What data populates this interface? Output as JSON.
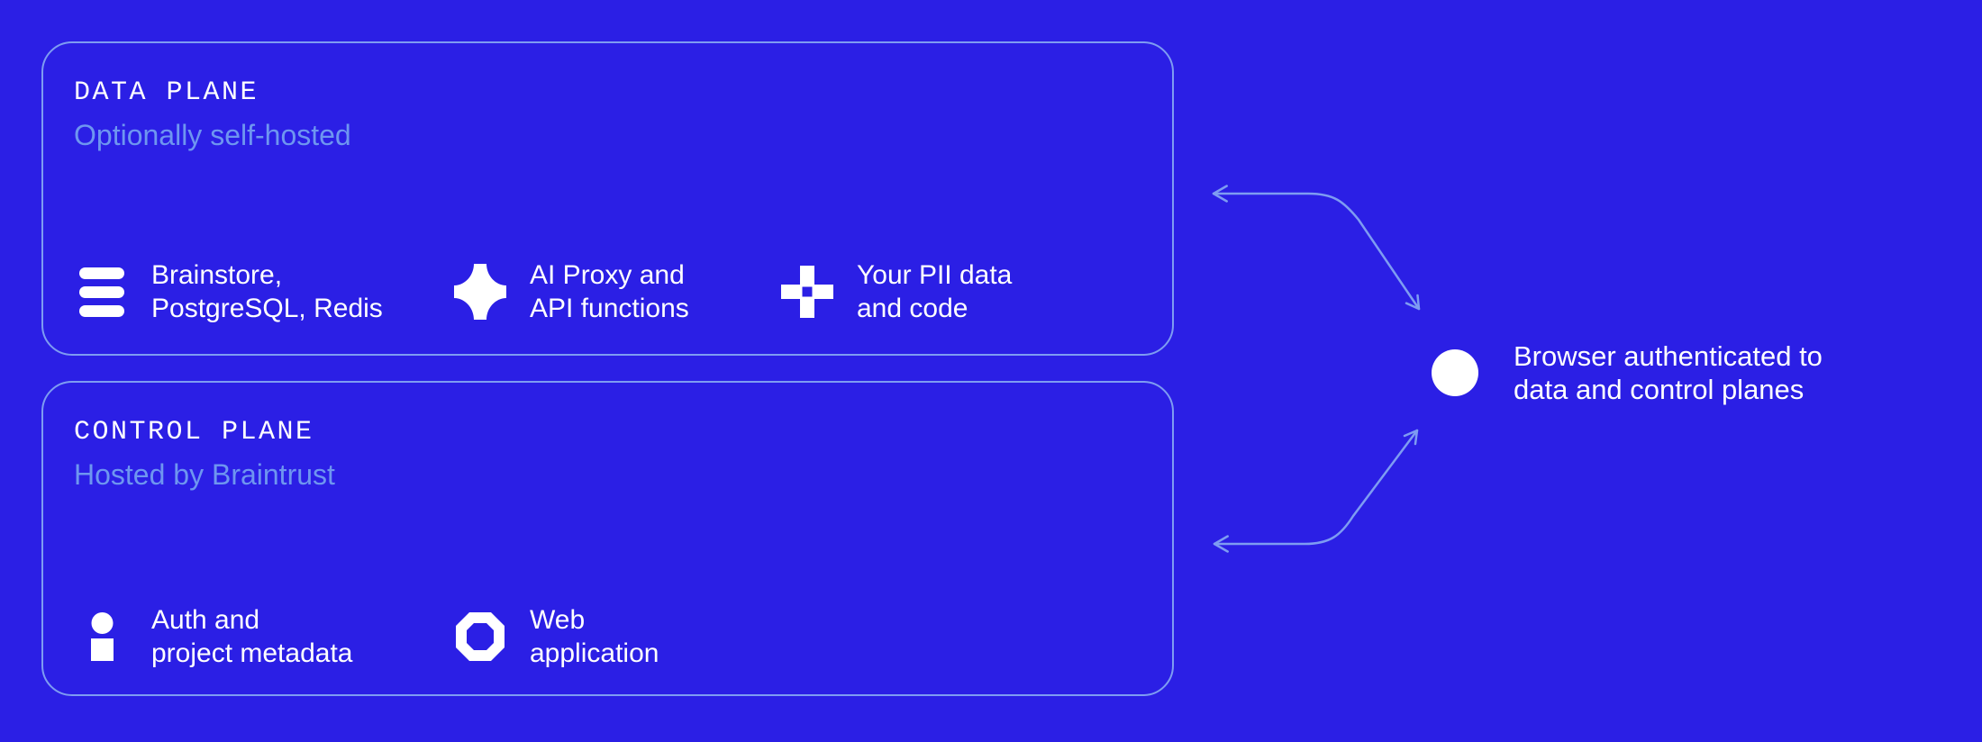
{
  "colors": {
    "background": "#2B1FE5",
    "outline": "#7E9CF2",
    "subtitle": "#6E96F0",
    "text": "#FFFFFF"
  },
  "data_plane": {
    "title": "DATA PLANE",
    "subtitle": "Optionally self-hosted",
    "items": [
      {
        "icon": "database-stack-icon",
        "label_line1": "Brainstore,",
        "label_line2": "PostgreSQL, Redis"
      },
      {
        "icon": "sparkle-icon",
        "label_line1": "AI Proxy and",
        "label_line2": "API functions"
      },
      {
        "icon": "plus-icon",
        "label_line1": "Your PII data",
        "label_line2": "and code"
      }
    ]
  },
  "control_plane": {
    "title": "CONTROL PLANE",
    "subtitle": "Hosted by Braintrust",
    "items": [
      {
        "icon": "person-icon",
        "label_line1": "Auth and",
        "label_line2": "project metadata"
      },
      {
        "icon": "octagon-icon",
        "label_line1": "Web",
        "label_line2": "application"
      }
    ]
  },
  "browser": {
    "icon": "circle-icon",
    "label_line1": "Browser authenticated to",
    "label_line2": "data and control planes"
  }
}
